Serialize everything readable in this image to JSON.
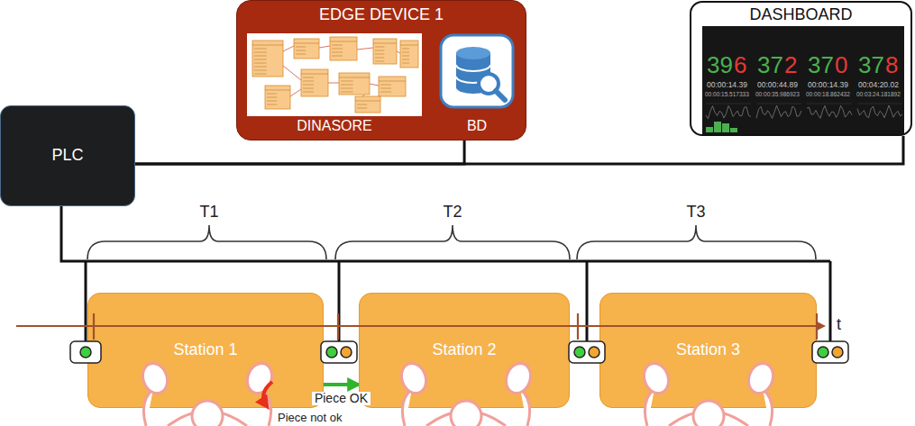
{
  "diagram": {
    "nodes": [
      {
        "text": [
          "PLC"
        ]
      },
      {
        "text": [
          "EDGE DEVICE 1"
        ]
      },
      {
        "text": [
          "DINASORE"
        ],
        "in": 1
      },
      {
        "text": [
          "BD"
        ],
        "in": 1
      },
      {
        "text": [
          "DASHBOARD"
        ]
      },
      {
        "text": [
          "Station 1"
        ]
      },
      {
        "text": [
          "Station 2"
        ]
      },
      {
        "text": [
          "Station 3"
        ]
      }
    ],
    "edges": [
      {
        "from": 0,
        "to": 1,
        "arrow": "none"
      },
      {
        "from": 0,
        "to": 4,
        "arrow": "none"
      },
      {
        "from": 5,
        "to": 6,
        "arrow": "to",
        "label": "Piece OK"
      }
    ],
    "labels": [
      "T1",
      "T2",
      "T3",
      "t",
      "Piece not ok",
      "39",
      "6",
      "37",
      "2",
      "37",
      "0",
      "37",
      "8",
      "00:00:14.39",
      "00:00:44.89",
      "00:00:14.39",
      "00:04:20.02",
      "00:00:15.517333",
      "00:00:35.986923",
      "00:00:18.862432",
      "00:03:24.181892"
    ]
  }
}
